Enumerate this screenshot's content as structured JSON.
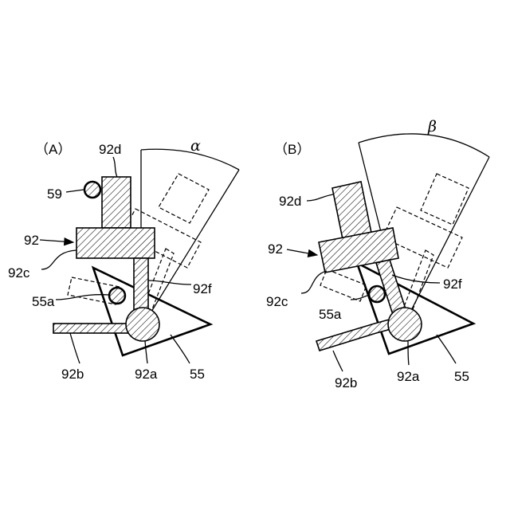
{
  "panels": [
    {
      "panel_label": "（A）",
      "angle_symbol": "α",
      "labels": {
        "l59": "59",
        "l92d": "92d",
        "l92": "92",
        "l92c": "92c",
        "l55a": "55a",
        "l92f": "92f",
        "l92b": "92b",
        "l92a": "92a",
        "l55": "55"
      }
    },
    {
      "panel_label": "（B）",
      "angle_symbol": "β",
      "labels": {
        "l92d": "92d",
        "l92": "92",
        "l92c": "92c",
        "l55a": "55a",
        "l92f": "92f",
        "l92b": "92b",
        "l92a": "92a",
        "l55": "55"
      }
    }
  ]
}
